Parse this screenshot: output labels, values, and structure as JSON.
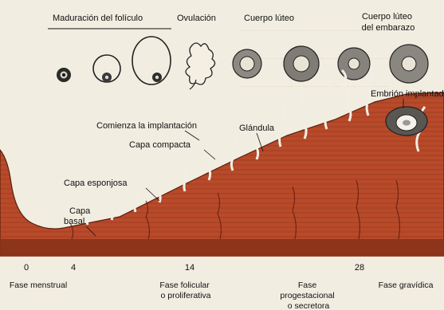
{
  "follicle_stages": {
    "maturation": "Maduración del folículo",
    "ovulation": "Ovulación",
    "corpus_luteum": "Cuerpo lúteo",
    "corpus_luteum_pregnancy": "Cuerpo lúteo\ndel embarazo"
  },
  "uterus_labels": {
    "implantation_begins": "Comienza la implantación",
    "gland": "Glándula",
    "compact_layer": "Capa compacta",
    "spongy_layer": "Capa esponjosa",
    "basal_layer": "Capa\nbasal",
    "embryo_implanted": "Embrión implantado"
  },
  "day_ticks": [
    "0",
    "4",
    "14",
    "28"
  ],
  "phases": {
    "menstrual": "Fase menstrual",
    "follicular": "Fase folicular\no proliferativa",
    "progestational": "Fase\nprogestacional\no secretora",
    "gravid": "Fase gravídica"
  },
  "colors": {
    "tissue": "#b84a2a",
    "tissue_dark": "#7a2a15",
    "background": "#f2ede1",
    "ink": "#1b1b1b"
  }
}
